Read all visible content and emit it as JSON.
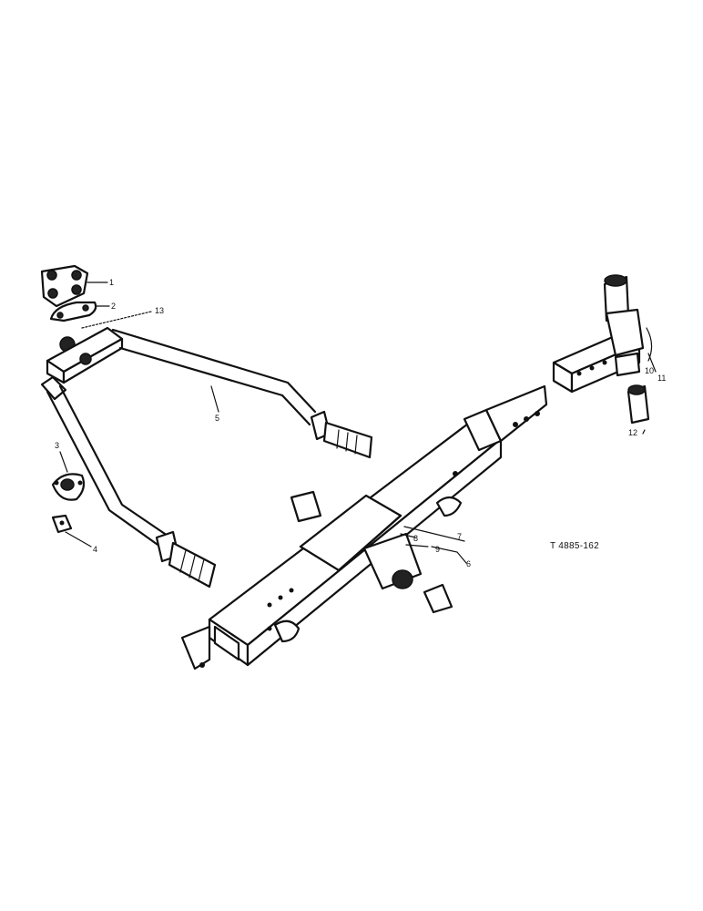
{
  "figure_code": "T 4885-162",
  "callouts": [
    "1",
    "2",
    "3",
    "4",
    "5",
    "6",
    "7",
    "8",
    "9",
    "10",
    "11",
    "12",
    "13"
  ]
}
